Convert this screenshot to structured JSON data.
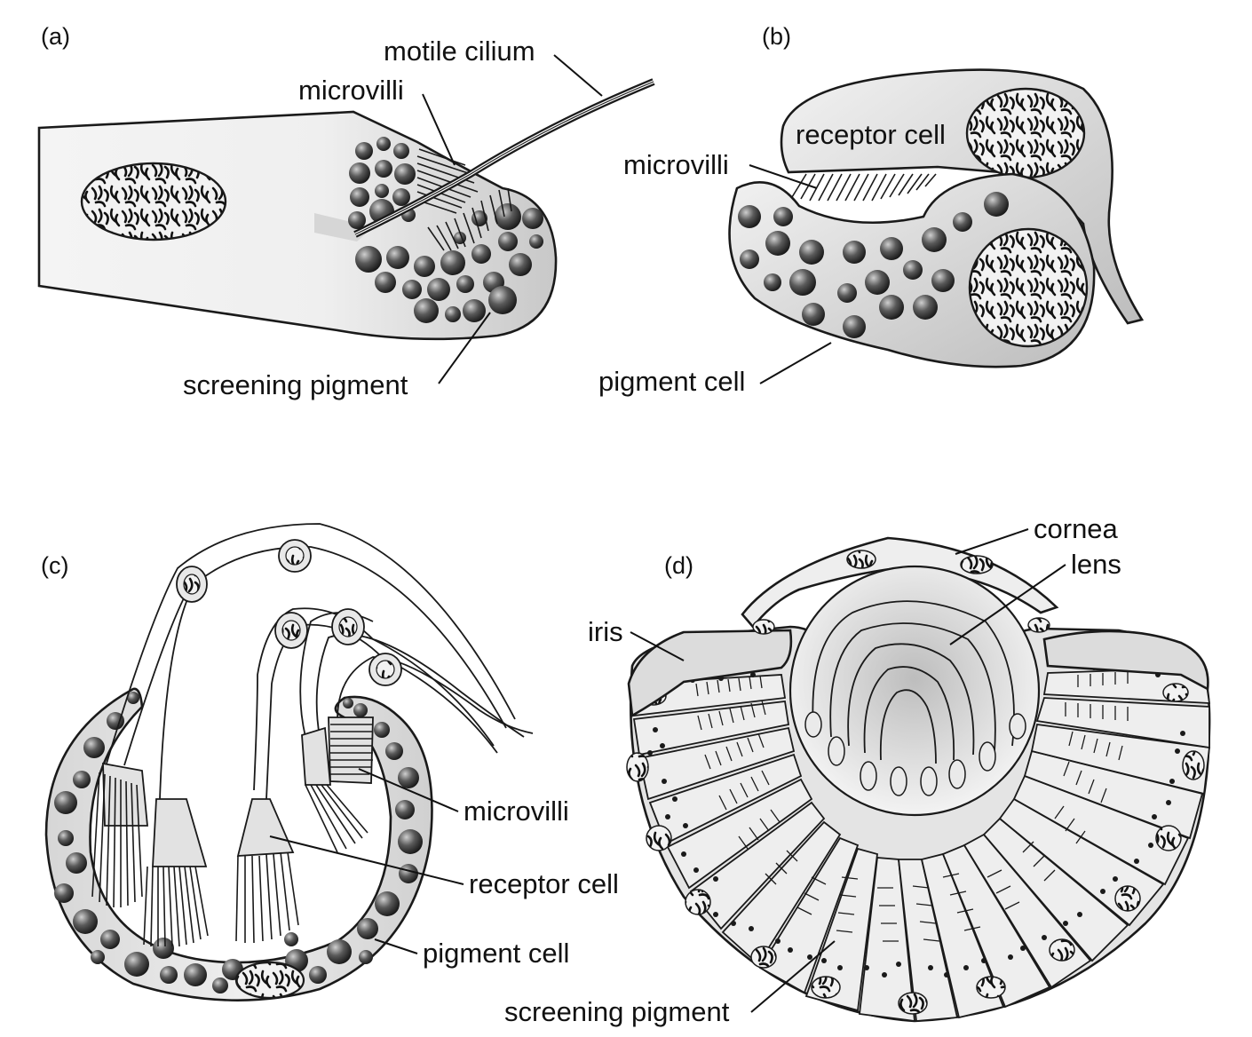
{
  "panels": {
    "a": "(a)",
    "b": "(b)",
    "c": "(c)",
    "d": "(d)"
  },
  "labels": {
    "a": {
      "motile_cilium": "motile cilium",
      "microvilli": "microvilli",
      "screening_pigment": "screening pigment"
    },
    "b": {
      "receptor_cell": "receptor cell",
      "microvilli": "microvilli",
      "pigment_cell": "pigment cell"
    },
    "c": {
      "microvilli": "microvilli",
      "receptor_cell": "receptor cell",
      "pigment_cell": "pigment cell"
    },
    "d": {
      "cornea": "cornea",
      "lens": "lens",
      "iris": "iris",
      "screening_pigment": "screening pigment"
    }
  },
  "colors": {
    "ink": "#1a1a1a",
    "cell_fill_light": "#f1f1f1",
    "cell_fill_mid": "#d2d2d2",
    "granule_dark": "#3a3a3a"
  }
}
